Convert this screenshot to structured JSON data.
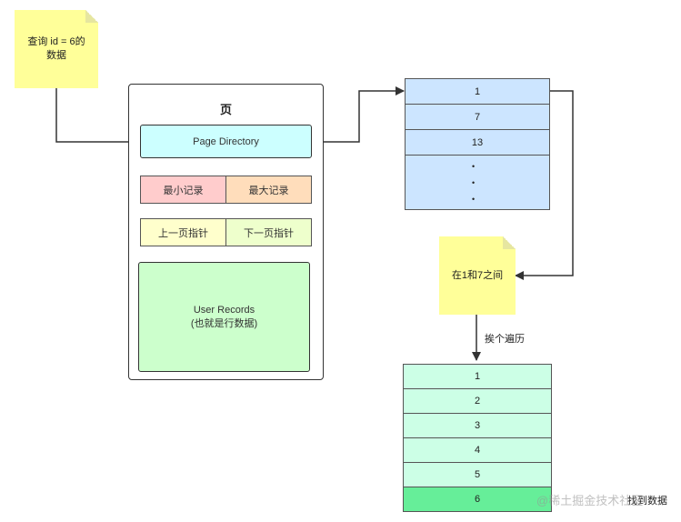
{
  "query_note": {
    "line1": "查询 id = 6的",
    "line2": "数据"
  },
  "page": {
    "title": "页",
    "page_directory": "Page Directory",
    "min_record": "最小记录",
    "max_record": "最大记录",
    "prev_pointer": "上一页指针",
    "next_pointer": "下一页指针",
    "user_records_line1": "User Records",
    "user_records_line2": "(也就是行数据)"
  },
  "directory_slots": [
    "1",
    "7",
    "13"
  ],
  "directory_dots": [
    "•",
    "•",
    "•"
  ],
  "between_note": "在1和7之间",
  "traverse_label": "挨个遍历",
  "records": [
    "1",
    "2",
    "3",
    "4",
    "5",
    "6"
  ],
  "found_label": "找到数据",
  "watermark": "@稀土掘金技术社区",
  "colors": {
    "note": "#ffff99",
    "page_directory": "#ccffff",
    "min_max": "#ffcc99",
    "pointers": "#ffffcc",
    "user_records": "#ccffcc",
    "slots": "#cce5ff",
    "records": "#ccffe6",
    "found_record": "#66ee99"
  }
}
